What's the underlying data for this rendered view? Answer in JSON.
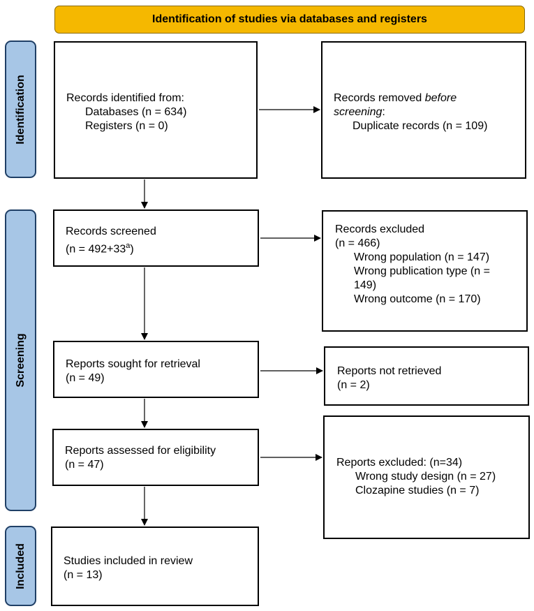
{
  "header": "Identification of studies via databases and registers",
  "phases": {
    "identification": "Identification",
    "screening": "Screening",
    "included": "Included"
  },
  "identified": {
    "title": "Records identified from:",
    "databases": "Databases (n = 634)",
    "registers": "Registers (n = 0)"
  },
  "removed": {
    "title_part": "Records removed ",
    "title_italic1": "before",
    "title_italic2": "screening",
    "title_colon": ":",
    "duplicates": "Duplicate records (n = 109)"
  },
  "screened": {
    "title": "Records screened",
    "count": "(n = 492+33",
    "count_sup": "a",
    "count_close": ")"
  },
  "excluded": {
    "title": "Records excluded",
    "count": "(n = 466)",
    "reason1": "Wrong population (n = 147)",
    "reason2a": "Wrong publication type (n =",
    "reason2b": "149)",
    "reason3": "Wrong outcome (n = 170)"
  },
  "sought": {
    "title": "Reports sought for retrieval",
    "count": "(n = 49)"
  },
  "not_retrieved": {
    "title": "Reports not retrieved",
    "count": "(n = 2)"
  },
  "assessed": {
    "title": "Reports assessed for eligibility",
    "count": "(n = 47)"
  },
  "reports_excluded": {
    "title": "Reports excluded: (n=34)",
    "reason1": "Wrong study design (n = 27)",
    "reason2": "Clozapine studies (n = 7)"
  },
  "included": {
    "title": "Studies included in review",
    "count": "(n = 13)"
  }
}
